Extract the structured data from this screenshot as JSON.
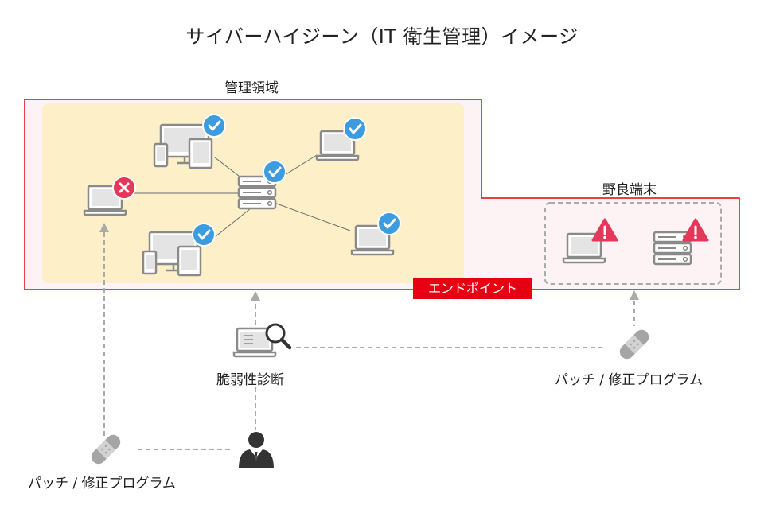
{
  "title": "サイバーハイジーン（IT 衛生管理）イメージ",
  "managed_area": {
    "label": "管理領域"
  },
  "rogue_area": {
    "label": "野良端末"
  },
  "endpoint": {
    "label": "エンドポイント"
  },
  "vulnerability_scan": {
    "label": "脆弱性診断"
  },
  "patch_left": {
    "label": "パッチ / 修正プログラム"
  },
  "patch_right": {
    "label": "パッチ / 修正プログラム"
  },
  "colors": {
    "accent_red": "#e60012",
    "managed_fill": "#fdf0c8",
    "area_fill": "#fdf3f5",
    "check_blue": "#3d9be0",
    "error_red": "#e5375a",
    "device_gray": "#8a8a8a",
    "dashed_gray": "#aaaaaa"
  },
  "icons": {
    "ok": "checkmark-circle-icon",
    "error": "x-circle-icon",
    "warning": "warning-triangle-icon",
    "patch": "bandage-icon",
    "person": "person-icon",
    "scan": "magnifier-laptop-icon"
  }
}
